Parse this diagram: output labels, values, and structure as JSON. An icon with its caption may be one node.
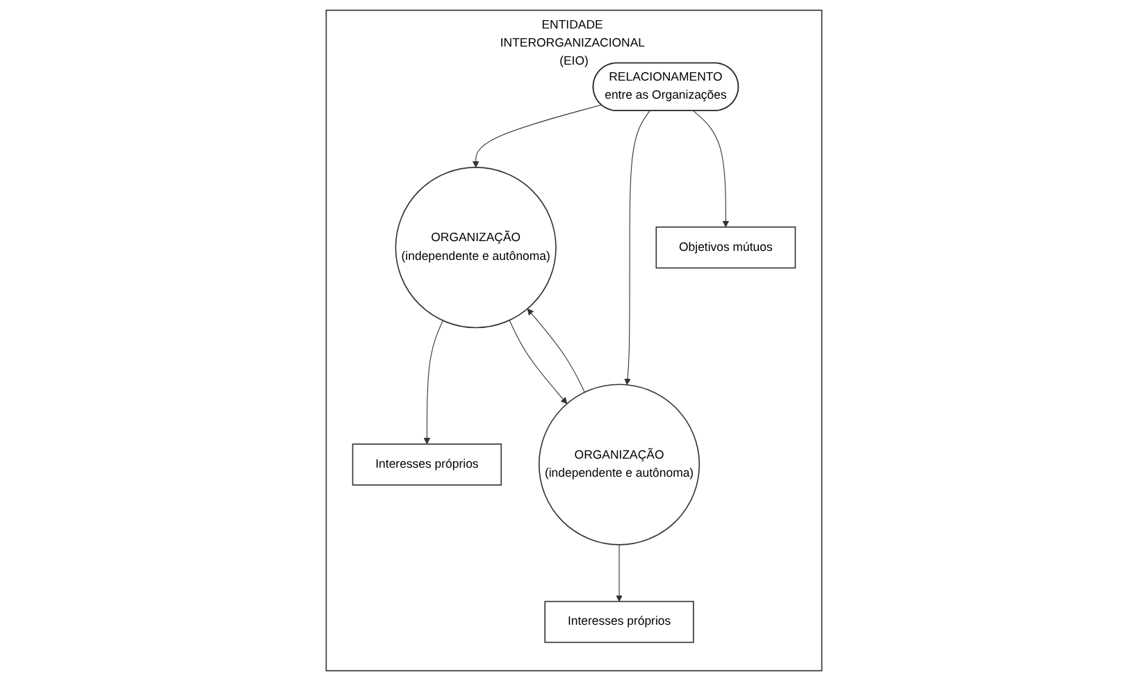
{
  "diagram": {
    "nodes": [
      {
        "text": [
          "ENTIDADE INTERORGANIZACIONAL (EIO)"
        ]
      },
      {
        "text": [
          "Interesses próprios"
        ],
        "in": 0
      },
      {
        "text": [
          "Interesses próprios"
        ],
        "in": 0
      },
      {
        "text": [
          "ORGANIZAÇÃO",
          "(independente e autônoma)"
        ],
        "in": 0
      },
      {
        "text": [
          "RELACIONAMENTO",
          "entre as Organizações"
        ],
        "in": 0
      },
      {
        "text": [
          "ORGANIZAÇÃO",
          "(independente e autônoma)"
        ],
        "in": 0
      },
      {
        "text": [
          "Objetivos mútuos"
        ],
        "in": 0
      }
    ],
    "edges": [
      {
        "from": 3,
        "to": 1,
        "arrow": "to"
      },
      {
        "from": 5,
        "to": 2,
        "arrow": "to"
      },
      {
        "from": 3,
        "to": 5,
        "arrow": "to"
      },
      {
        "from": 5,
        "to": 3,
        "arrow": "to"
      },
      {
        "from": 4,
        "to": 3,
        "arrow": "to"
      },
      {
        "from": 4,
        "to": 5,
        "arrow": "to"
      },
      {
        "from": 4,
        "to": 6,
        "arrow": "to"
      }
    ]
  }
}
